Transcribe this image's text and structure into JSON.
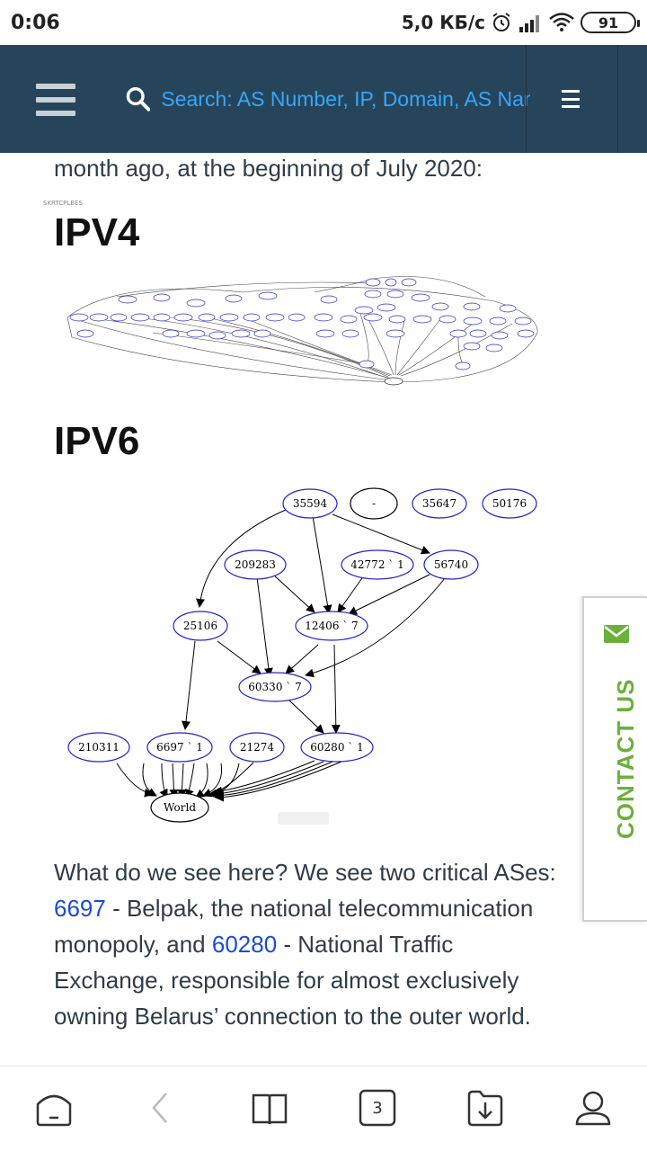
{
  "status_bar": {
    "time": "0:06",
    "network_speed": "5,0 КБ/с",
    "battery": "91"
  },
  "header": {
    "search_placeholder": "Search: AS Number, IP, Domain, AS Name"
  },
  "article": {
    "intro_line": "month ago, at the beginning of July 2020:",
    "tiny_caption": "SKRTCPLBES",
    "ipv4_heading": "IPV4",
    "ipv6_heading": "IPV6",
    "ipv6_graph": {
      "nodes": [
        {
          "id": "35594",
          "label": "35594"
        },
        {
          "id": "dash",
          "label": "-"
        },
        {
          "id": "35647",
          "label": "35647"
        },
        {
          "id": "50176",
          "label": "50176"
        },
        {
          "id": "209283",
          "label": "209283"
        },
        {
          "id": "42772",
          "label": "42772 ` 1"
        },
        {
          "id": "56740",
          "label": "56740"
        },
        {
          "id": "25106",
          "label": "25106"
        },
        {
          "id": "12406",
          "label": "12406 ` 7"
        },
        {
          "id": "60330",
          "label": "60330 ` 7"
        },
        {
          "id": "210311",
          "label": "210311"
        },
        {
          "id": "6697",
          "label": "6697 ` 1"
        },
        {
          "id": "21274",
          "label": "21274"
        },
        {
          "id": "60280",
          "label": "60280 ` 1"
        },
        {
          "id": "world",
          "label": "World"
        }
      ]
    },
    "paragraph": {
      "part1": "What do we see here? We see two critical ASes: ",
      "link1": "6697",
      "part2": " - Belpak, the national telecommunication monopoly, and ",
      "link2": "60280",
      "part3": " - National Traffic Exchange, responsible for almost exclusively owning Belarus’ connection to the outer world."
    }
  },
  "contact_tab": {
    "label": "CONTACT US",
    "color": "#6ab13a"
  },
  "bottom_nav": {
    "tab_count": "3"
  },
  "colors": {
    "header_bg": "#27455a",
    "search_text": "#35a6ff",
    "link": "#1b4bd6"
  }
}
